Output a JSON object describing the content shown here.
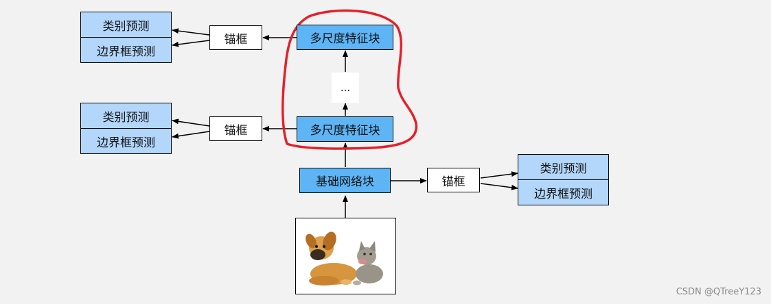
{
  "diagram": {
    "multiscale_top": "多尺度特征块",
    "multiscale_mid": "多尺度特征块",
    "ellipsis": "...",
    "base_block": "基础网络块",
    "anchor_top": "锚框",
    "anchor_mid": "锚框",
    "anchor_right": "锚框",
    "class_top": "类别预测",
    "bbox_top": "边界框预测",
    "class_mid": "类别预测",
    "bbox_mid": "边界框预测",
    "class_right": "类别预测",
    "bbox_right": "边界框预测",
    "highlight_color": "#e4202a",
    "feature_block_color": "#5db5f6",
    "prediction_color": "#b3d6fb"
  },
  "image": {
    "content": "puppy-and-kitten-photo"
  },
  "watermark": "CSDN @QTreeY123"
}
